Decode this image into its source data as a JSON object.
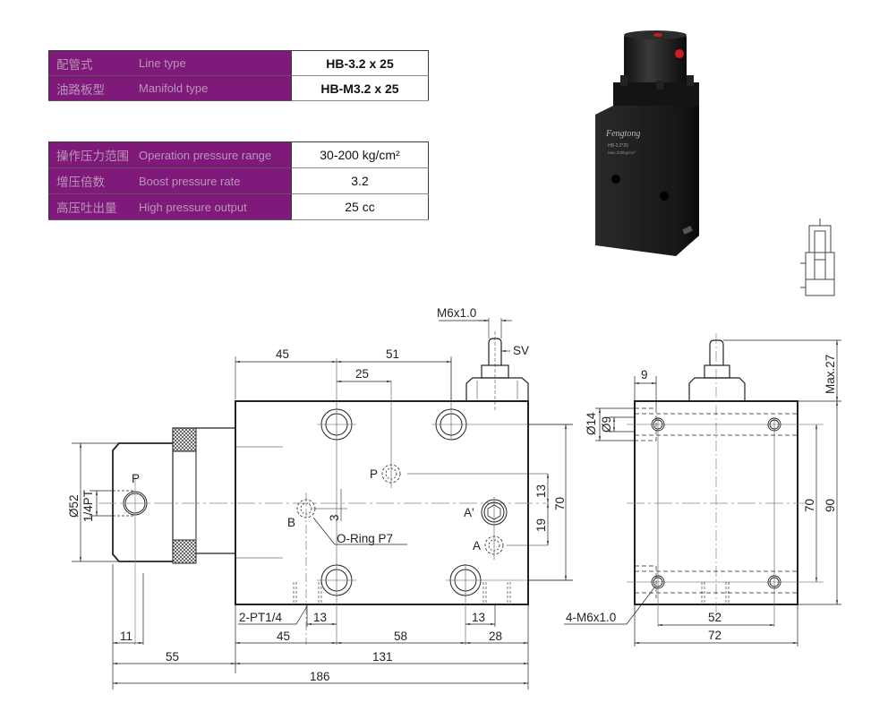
{
  "table1": {
    "rows": [
      {
        "cn": "配管式",
        "en": "Line type",
        "value": "HB-3.2 x 25"
      },
      {
        "cn": "油路板型",
        "en": "Manifold type",
        "value": "HB-M3.2 x 25"
      }
    ]
  },
  "table2": {
    "rows": [
      {
        "cn": "操作压力范围",
        "en": "Operation pressure range",
        "value": "30-200 kg/cm²"
      },
      {
        "cn": "增压倍数",
        "en": "Boost pressure rate",
        "value": "3.2"
      },
      {
        "cn": "高压吐出量",
        "en": "High pressure output",
        "value": "25 cc"
      }
    ]
  },
  "photo": {
    "brand": "Fengtong",
    "model": "HB-3.2*25",
    "rating": "Max 200kg/cm²",
    "accent_color": "#d01b24"
  },
  "colors": {
    "table_bg": "#7f1a7a",
    "table_text": "#b896b8",
    "line": "#222222"
  },
  "front_view": {
    "labels": {
      "thread_top": "M6x1.0",
      "sv": "SV",
      "dim_45_top": "45",
      "dim_51": "51",
      "dim_25": "25",
      "dia52": "Ø52",
      "pt14": "1/4PT",
      "port_p_left": "P",
      "port_p": "P",
      "port_b": "B",
      "port_a_prime": "A'",
      "port_a": "A",
      "oring": "O-Ring P7",
      "dim_3": "3",
      "dim_13_v": "13",
      "dim_19": "19",
      "dim_70": "70",
      "pt_2": "2-PT1/4",
      "dim_13_l": "13",
      "dim_13_r": "13",
      "dim_11": "11",
      "dim_45_bot": "45",
      "dim_58": "58",
      "dim_28": "28",
      "dim_55": "55",
      "dim_131": "131",
      "dim_186": "186"
    }
  },
  "side_view": {
    "labels": {
      "dim_9": "9",
      "dia14": "Ø14",
      "dia9": "Ø9",
      "max27": "Max.27",
      "dim_70": "70",
      "dim_90": "90",
      "m6": "4-M6x1.0",
      "dim_52": "52",
      "dim_72": "72"
    }
  }
}
